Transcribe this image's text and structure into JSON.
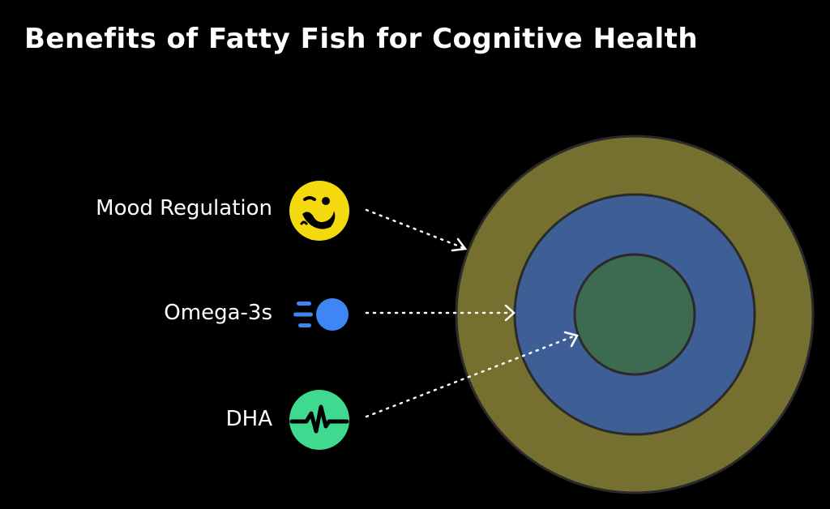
{
  "title": "Benefits of Fatty Fish for Cognitive Health",
  "items": [
    {
      "label": "Mood Regulation",
      "icon": "face-icon",
      "color": "#f5d90f",
      "target_ring": "outer"
    },
    {
      "label": "Omega-3s",
      "icon": "speed-circle-icon",
      "color": "#3f86f5",
      "target_ring": "middle"
    },
    {
      "label": "DHA",
      "icon": "heartbeat-icon",
      "color": "#3fd98f",
      "target_ring": "inner"
    }
  ],
  "rings": [
    {
      "id": "outer",
      "color": "#756f30"
    },
    {
      "id": "middle",
      "color": "#3e5f96"
    },
    {
      "id": "inner",
      "color": "#3d6b52"
    }
  ]
}
